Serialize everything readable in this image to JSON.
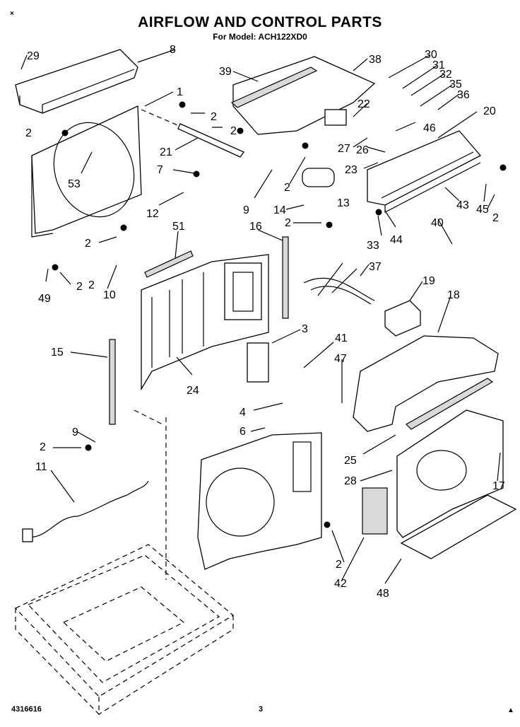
{
  "page": {
    "title": "AIRFLOW AND CONTROL PARTS",
    "subtitle": "For Model: ACH122XD0",
    "corner_mark": "×",
    "doc_number": "4316616",
    "page_number": "3",
    "corner_mark_br": "▲"
  },
  "callouts": [
    {
      "id": "29",
      "label": "29"
    },
    {
      "id": "8",
      "label": "8"
    },
    {
      "id": "39",
      "label": "39"
    },
    {
      "id": "38",
      "label": "38"
    },
    {
      "id": "30",
      "label": "30"
    },
    {
      "id": "31",
      "label": "31"
    },
    {
      "id": "32",
      "label": "32"
    },
    {
      "id": "35",
      "label": "35"
    },
    {
      "id": "36",
      "label": "36"
    },
    {
      "id": "20",
      "label": "20"
    },
    {
      "id": "1",
      "label": "1"
    },
    {
      "id": "2a",
      "label": "2"
    },
    {
      "id": "22",
      "label": "22"
    },
    {
      "id": "46",
      "label": "46"
    },
    {
      "id": "2b",
      "label": "2"
    },
    {
      "id": "2c",
      "label": "2"
    },
    {
      "id": "27",
      "label": "27"
    },
    {
      "id": "26",
      "label": "26"
    },
    {
      "id": "21",
      "label": "21"
    },
    {
      "id": "53",
      "label": "53"
    },
    {
      "id": "7",
      "label": "7"
    },
    {
      "id": "23",
      "label": "23"
    },
    {
      "id": "2d",
      "label": "2"
    },
    {
      "id": "13",
      "label": "13"
    },
    {
      "id": "9a",
      "label": "9"
    },
    {
      "id": "43",
      "label": "43"
    },
    {
      "id": "45",
      "label": "45"
    },
    {
      "id": "12",
      "label": "12"
    },
    {
      "id": "14",
      "label": "14"
    },
    {
      "id": "2e",
      "label": "2"
    },
    {
      "id": "2f",
      "label": "2"
    },
    {
      "id": "40",
      "label": "40"
    },
    {
      "id": "51",
      "label": "51"
    },
    {
      "id": "16",
      "label": "16"
    },
    {
      "id": "2g",
      "label": "2"
    },
    {
      "id": "2h",
      "label": "2"
    },
    {
      "id": "33",
      "label": "33"
    },
    {
      "id": "44",
      "label": "44"
    },
    {
      "id": "37",
      "label": "37"
    },
    {
      "id": "2i",
      "label": "2"
    },
    {
      "id": "49",
      "label": "49"
    },
    {
      "id": "10",
      "label": "10"
    },
    {
      "id": "19",
      "label": "19"
    },
    {
      "id": "18",
      "label": "18"
    },
    {
      "id": "3",
      "label": "3"
    },
    {
      "id": "41",
      "label": "41"
    },
    {
      "id": "15",
      "label": "15"
    },
    {
      "id": "47",
      "label": "47"
    },
    {
      "id": "24",
      "label": "24"
    },
    {
      "id": "4",
      "label": "4"
    },
    {
      "id": "9b",
      "label": "9"
    },
    {
      "id": "6",
      "label": "6"
    },
    {
      "id": "2j",
      "label": "2"
    },
    {
      "id": "25",
      "label": "25"
    },
    {
      "id": "28",
      "label": "28"
    },
    {
      "id": "11",
      "label": "11"
    },
    {
      "id": "17",
      "label": "17"
    },
    {
      "id": "2k",
      "label": "2"
    },
    {
      "id": "42",
      "label": "42"
    },
    {
      "id": "48",
      "label": "48"
    }
  ]
}
